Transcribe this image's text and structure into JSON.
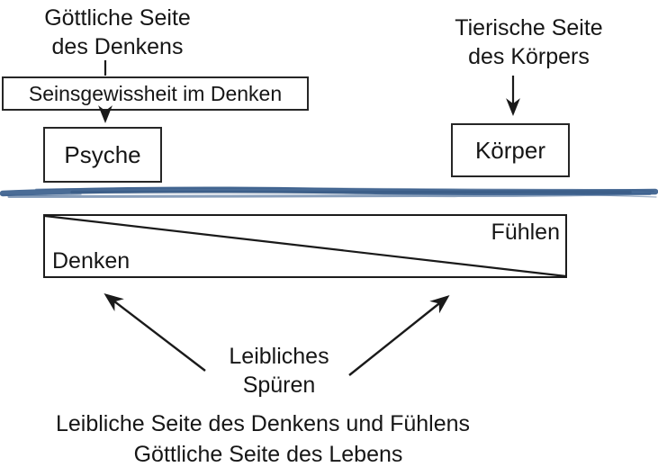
{
  "diagram": {
    "top_left_label": "Göttliche Seite\ndes Denkens",
    "top_right_label": "Tierische Seite\ndes Körpers",
    "certainty_box_label": "Seinsgewissheit im Denken",
    "psyche_box_label": "Psyche",
    "koerper_box_label": "Körper",
    "main_rect": {
      "top_right_label": "Fühlen",
      "bottom_left_label": "Denken"
    },
    "center_label": "Leibliches\nSpüren",
    "bottom_line1": "Leibliche Seite des Denkens und Fühlens",
    "bottom_line2": "Göttliche Seite des Lebens",
    "colors": {
      "divider_blue": "#3b5f8d",
      "line_black": "#1a1a1a"
    }
  }
}
